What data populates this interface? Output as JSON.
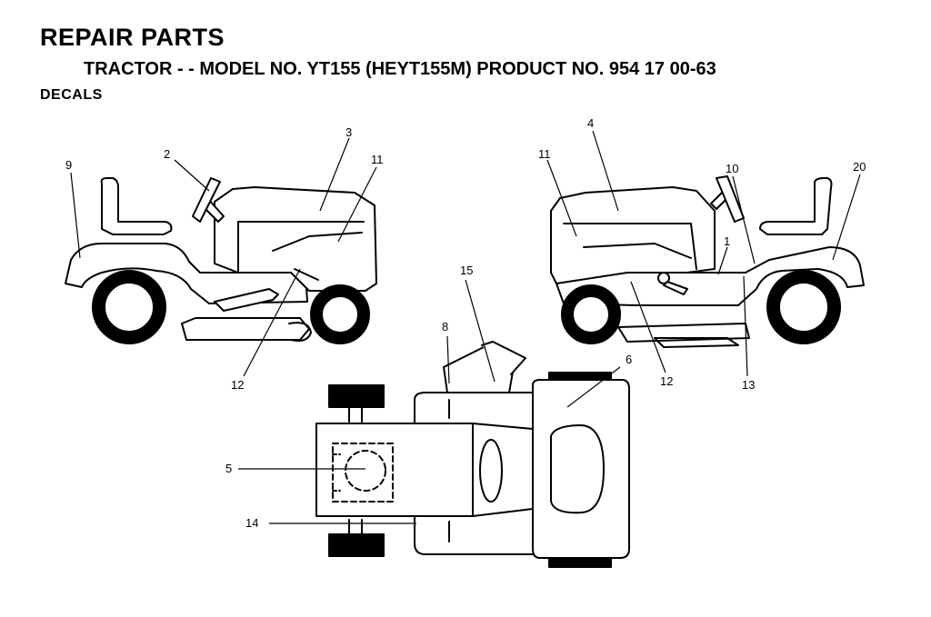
{
  "header": {
    "title": "REPAIR PARTS",
    "subtitle": "TRACTOR - - MODEL NO. YT155 (HEYT155M) PRODUCT NO. 954 17 00-63",
    "section": "DECALS"
  },
  "callouts": {
    "c1": "1",
    "c2": "2",
    "c3": "3",
    "c4": "4",
    "c5": "5",
    "c6": "6",
    "c8": "8",
    "c9": "9",
    "c10": "10",
    "c11_left": "11",
    "c11_right": "11",
    "c12_left": "12",
    "c12_right": "12",
    "c13": "13",
    "c14": "14",
    "c15": "15",
    "c20": "20"
  }
}
